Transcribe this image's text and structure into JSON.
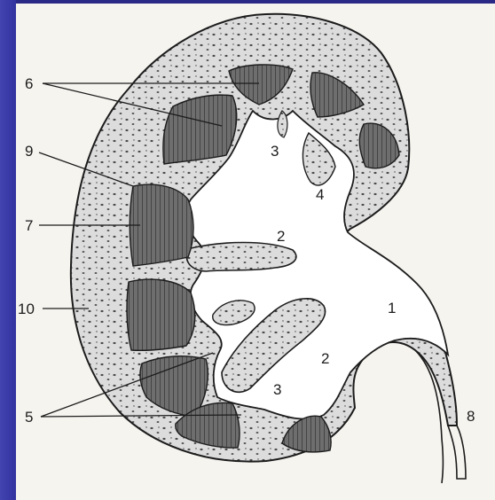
{
  "labels": {
    "l1": "1",
    "l2a": "2",
    "l2b": "2",
    "l3a": "3",
    "l3b": "3",
    "l4": "4",
    "l5": "5",
    "l6": "6",
    "l7": "7",
    "l8": "8",
    "l9": "9",
    "l10": "10"
  },
  "colors": {
    "background": "#2a2a86",
    "panel": "#f6f4ef",
    "tissue": "#dcdcdc",
    "pyramid": "#5a5a5a",
    "ink": "#1c1c1c"
  }
}
